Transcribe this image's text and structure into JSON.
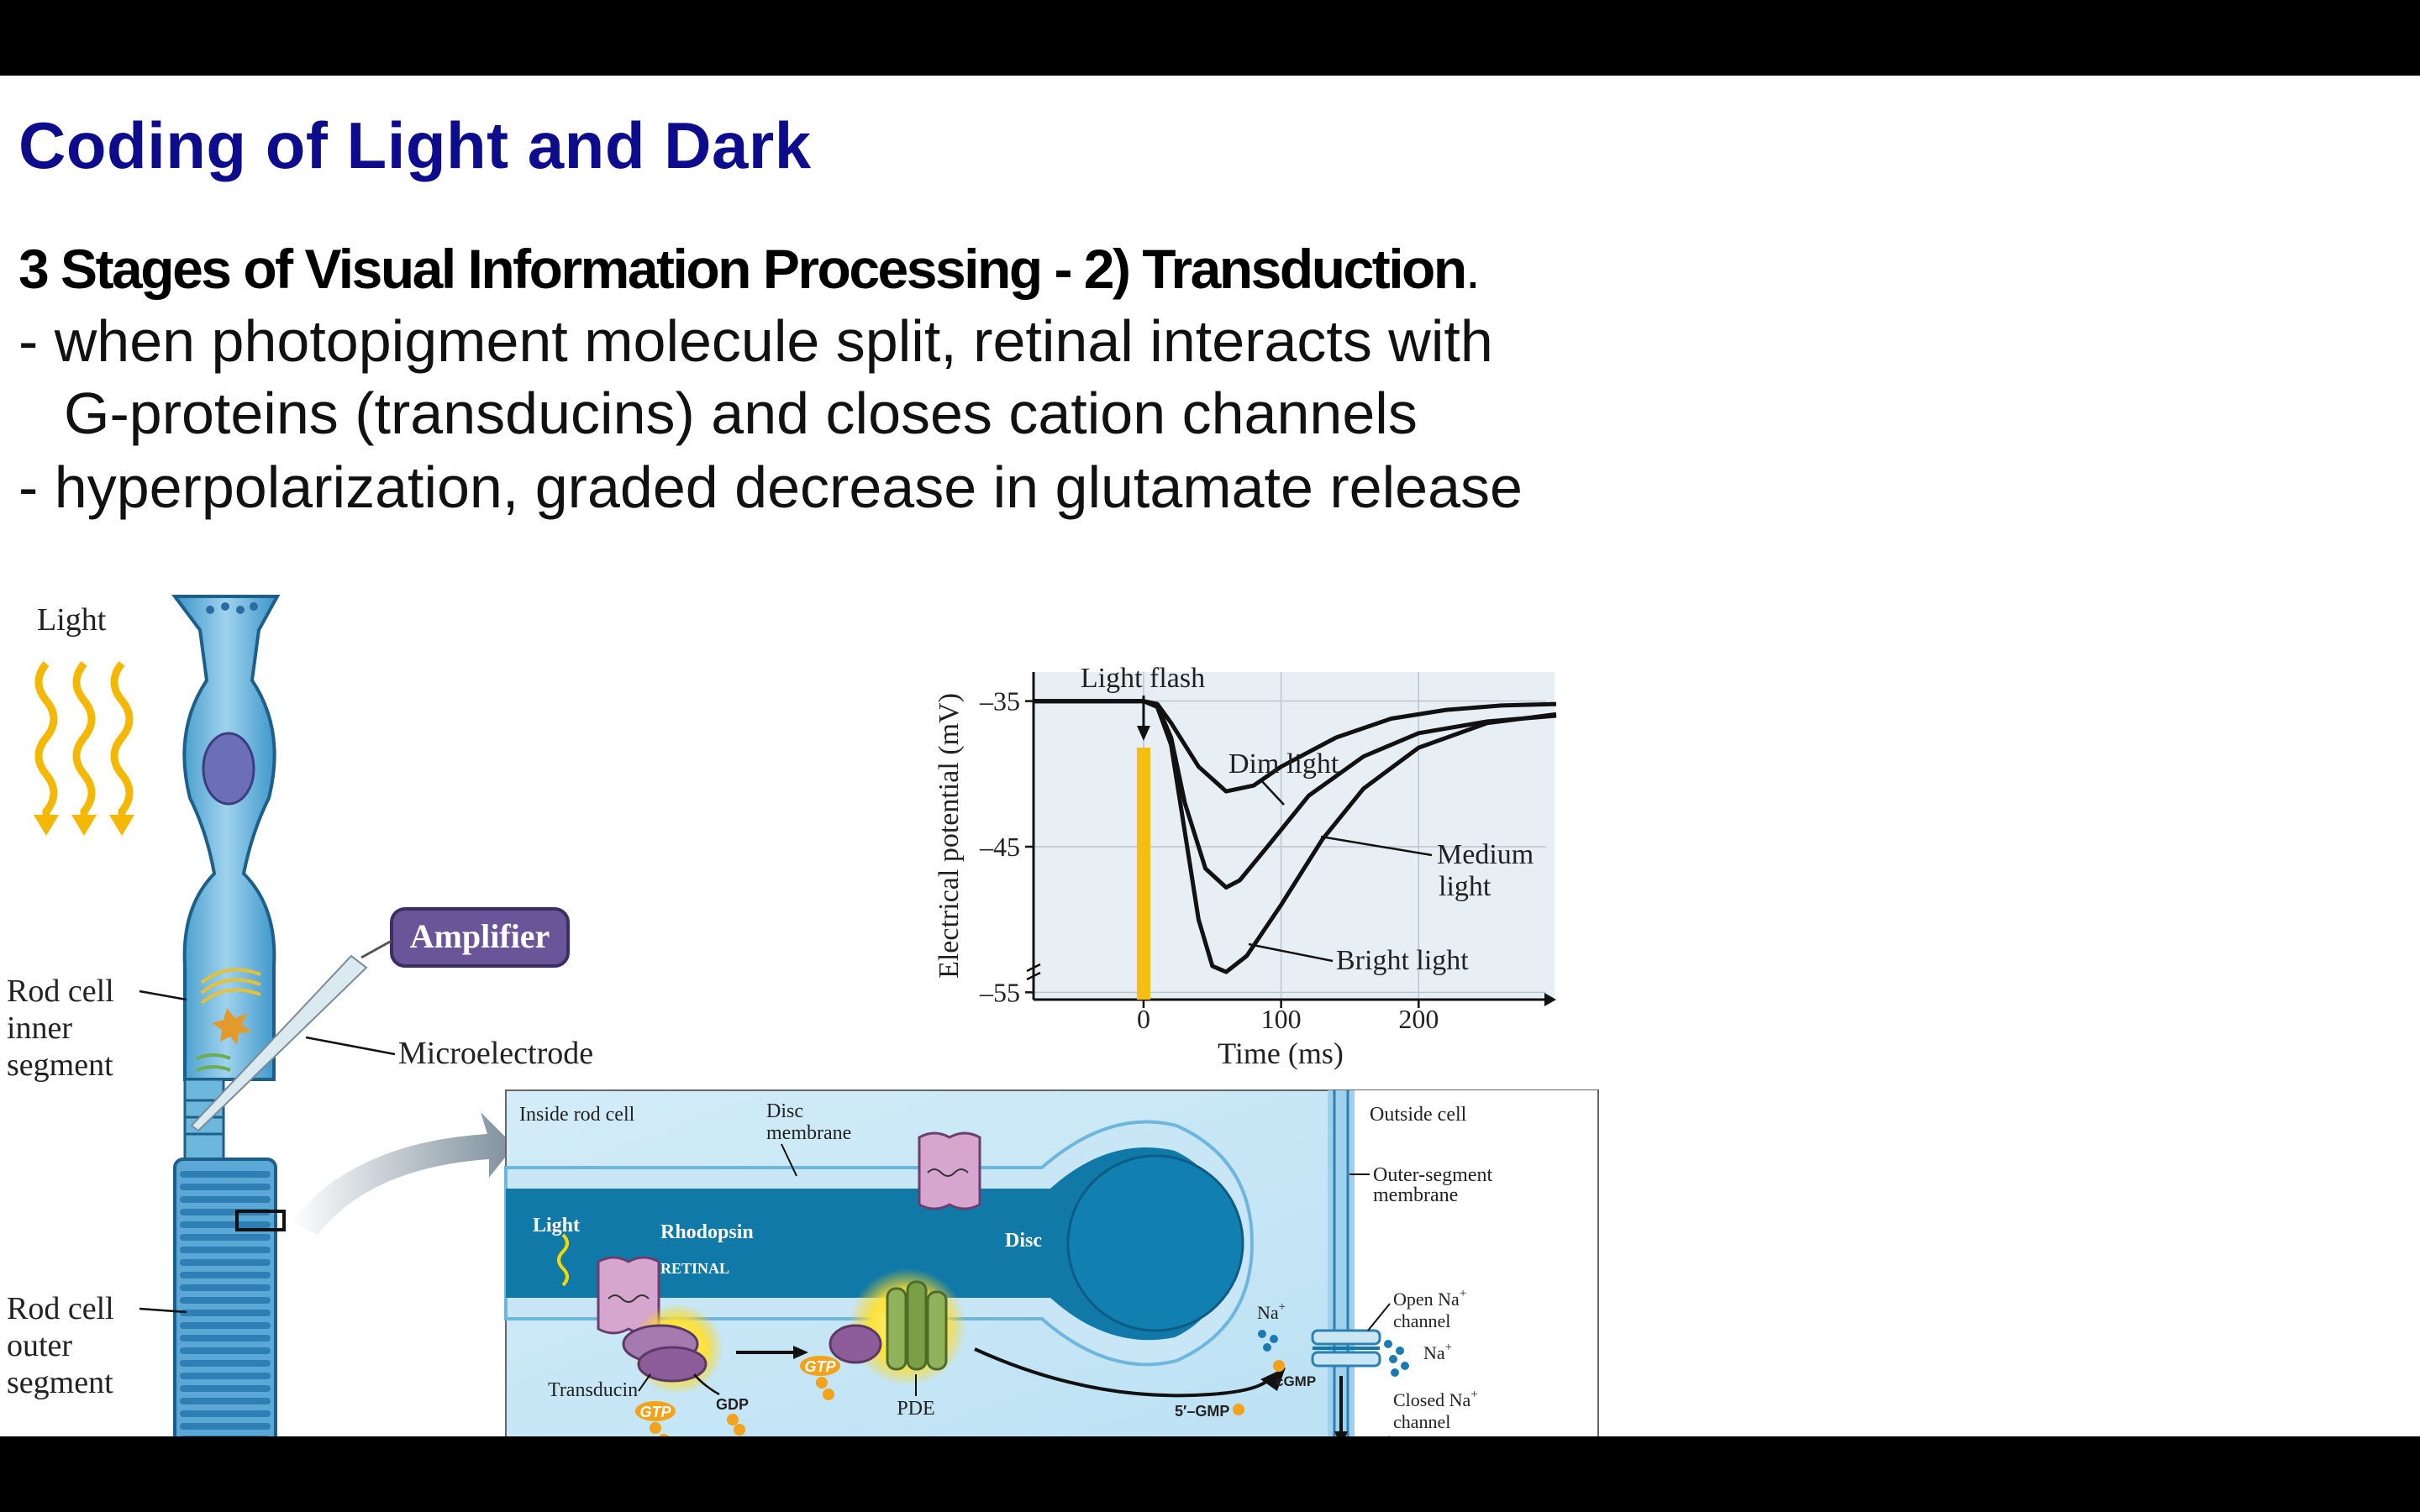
{
  "slide": {
    "title": "Coding of Light and Dark",
    "subtitle": "3 Stages of Visual Information Processing - 2) Transduction",
    "subtitle_tail": ".",
    "bullets": [
      "- when photopigment molecule split, retinal interacts with",
      "G-proteins (transducins) and closes cation channels",
      "- hyperpolarization, graded decrease in glutamate release"
    ]
  },
  "rod_figure": {
    "light": "Light",
    "amplifier": "Amplifier",
    "microelectrode": "Microelectrode",
    "inner_segment": [
      "Rod cell",
      "inner",
      "segment"
    ],
    "outer_segment": [
      "Rod cell",
      "outer",
      "segment"
    ]
  },
  "chart_data": {
    "type": "line",
    "xlabel": "Time (ms)",
    "ylabel": "Electrical potential (mV)",
    "x_ticks": [
      "0",
      "100",
      "200"
    ],
    "y_ticks": [
      "–35",
      "–45",
      "–55"
    ],
    "xlim": [
      -80,
      300
    ],
    "ylim": [
      -55.5,
      -33
    ],
    "flash_label": "Light flash",
    "flash_time": 0,
    "series": [
      {
        "name": "Dim light",
        "x": [
          -80,
          0,
          10,
          20,
          40,
          60,
          80,
          100,
          140,
          180,
          220,
          260,
          300
        ],
        "y": [
          -35,
          -35,
          -35.2,
          -36.5,
          -39.5,
          -41.2,
          -40.8,
          -39.5,
          -37.5,
          -36.2,
          -35.6,
          -35.3,
          -35.2
        ]
      },
      {
        "name": "Medium light",
        "x": [
          -80,
          0,
          10,
          20,
          30,
          45,
          60,
          70,
          90,
          120,
          160,
          200,
          250,
          300
        ],
        "y": [
          -35,
          -35,
          -35.3,
          -37.5,
          -42,
          -46.5,
          -47.8,
          -47.3,
          -45,
          -41.5,
          -38.8,
          -37.2,
          -36.4,
          -36
        ]
      },
      {
        "name": "Bright light",
        "x": [
          -80,
          0,
          10,
          20,
          30,
          40,
          50,
          60,
          75,
          100,
          130,
          160,
          200,
          250,
          300
        ],
        "y": [
          -35,
          -35,
          -35.4,
          -38,
          -44,
          -50,
          -53.2,
          -53.6,
          -52.5,
          -49,
          -44.5,
          -41,
          -38.2,
          -36.5,
          -35.9
        ]
      }
    ],
    "curve_labels": [
      "Dim light",
      "Medium",
      "light",
      "Bright light"
    ]
  },
  "cascade": {
    "inside": "Inside rod cell",
    "disc_membrane": [
      "Disc",
      "membrane"
    ],
    "outside": "Outside cell",
    "outer_membrane": [
      "Outer-segment",
      "membrane"
    ],
    "light": "Light",
    "rhodopsin": "Rhodopsin",
    "retinal": "RETINAL",
    "disc": "Disc",
    "transducin": "Transducin",
    "gtp": "GTP",
    "gdp": "GDP",
    "pde": "PDE",
    "na": "Na",
    "na_sup": "+",
    "open_channel": [
      "Open Na",
      "channel"
    ],
    "closed_channel": [
      "Closed Na",
      "channel"
    ],
    "cgmp": "cGMP",
    "gmp5": "5′–GMP",
    "colors": {
      "cell_blue": "#1079a8",
      "light_blue": "#bfe4f6",
      "gtp_orange": "#f3a21b",
      "yellow": "#f5c400",
      "title_navy": "#0c0c8c"
    }
  }
}
